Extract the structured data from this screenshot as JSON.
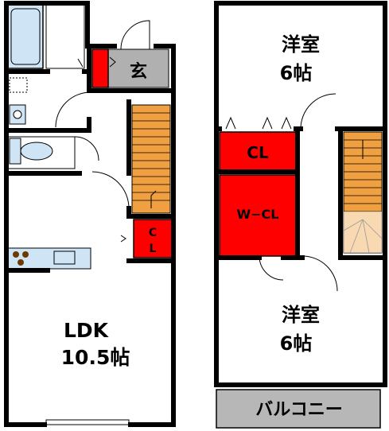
{
  "floor1": {
    "entrance_label": "玄",
    "closet_label_top": "C",
    "closet_label_bottom": "L",
    "ldk_label": "LDK",
    "ldk_size": "10.5帖"
  },
  "floor2": {
    "room_top_label": "洋室",
    "room_top_size": "6帖",
    "closet_label": "CL",
    "walkin_closet_label": "W−CL",
    "room_bottom_label": "洋室",
    "room_bottom_size": "6帖",
    "balcony_label": "バルコニー"
  },
  "colors": {
    "wall": "#000000",
    "closet": "#ff0000",
    "stairs": "#f0a040",
    "fixture": "#cfe4f4",
    "entrance_floor": "#b0b0b0",
    "balcony": "#b7b7b7"
  }
}
